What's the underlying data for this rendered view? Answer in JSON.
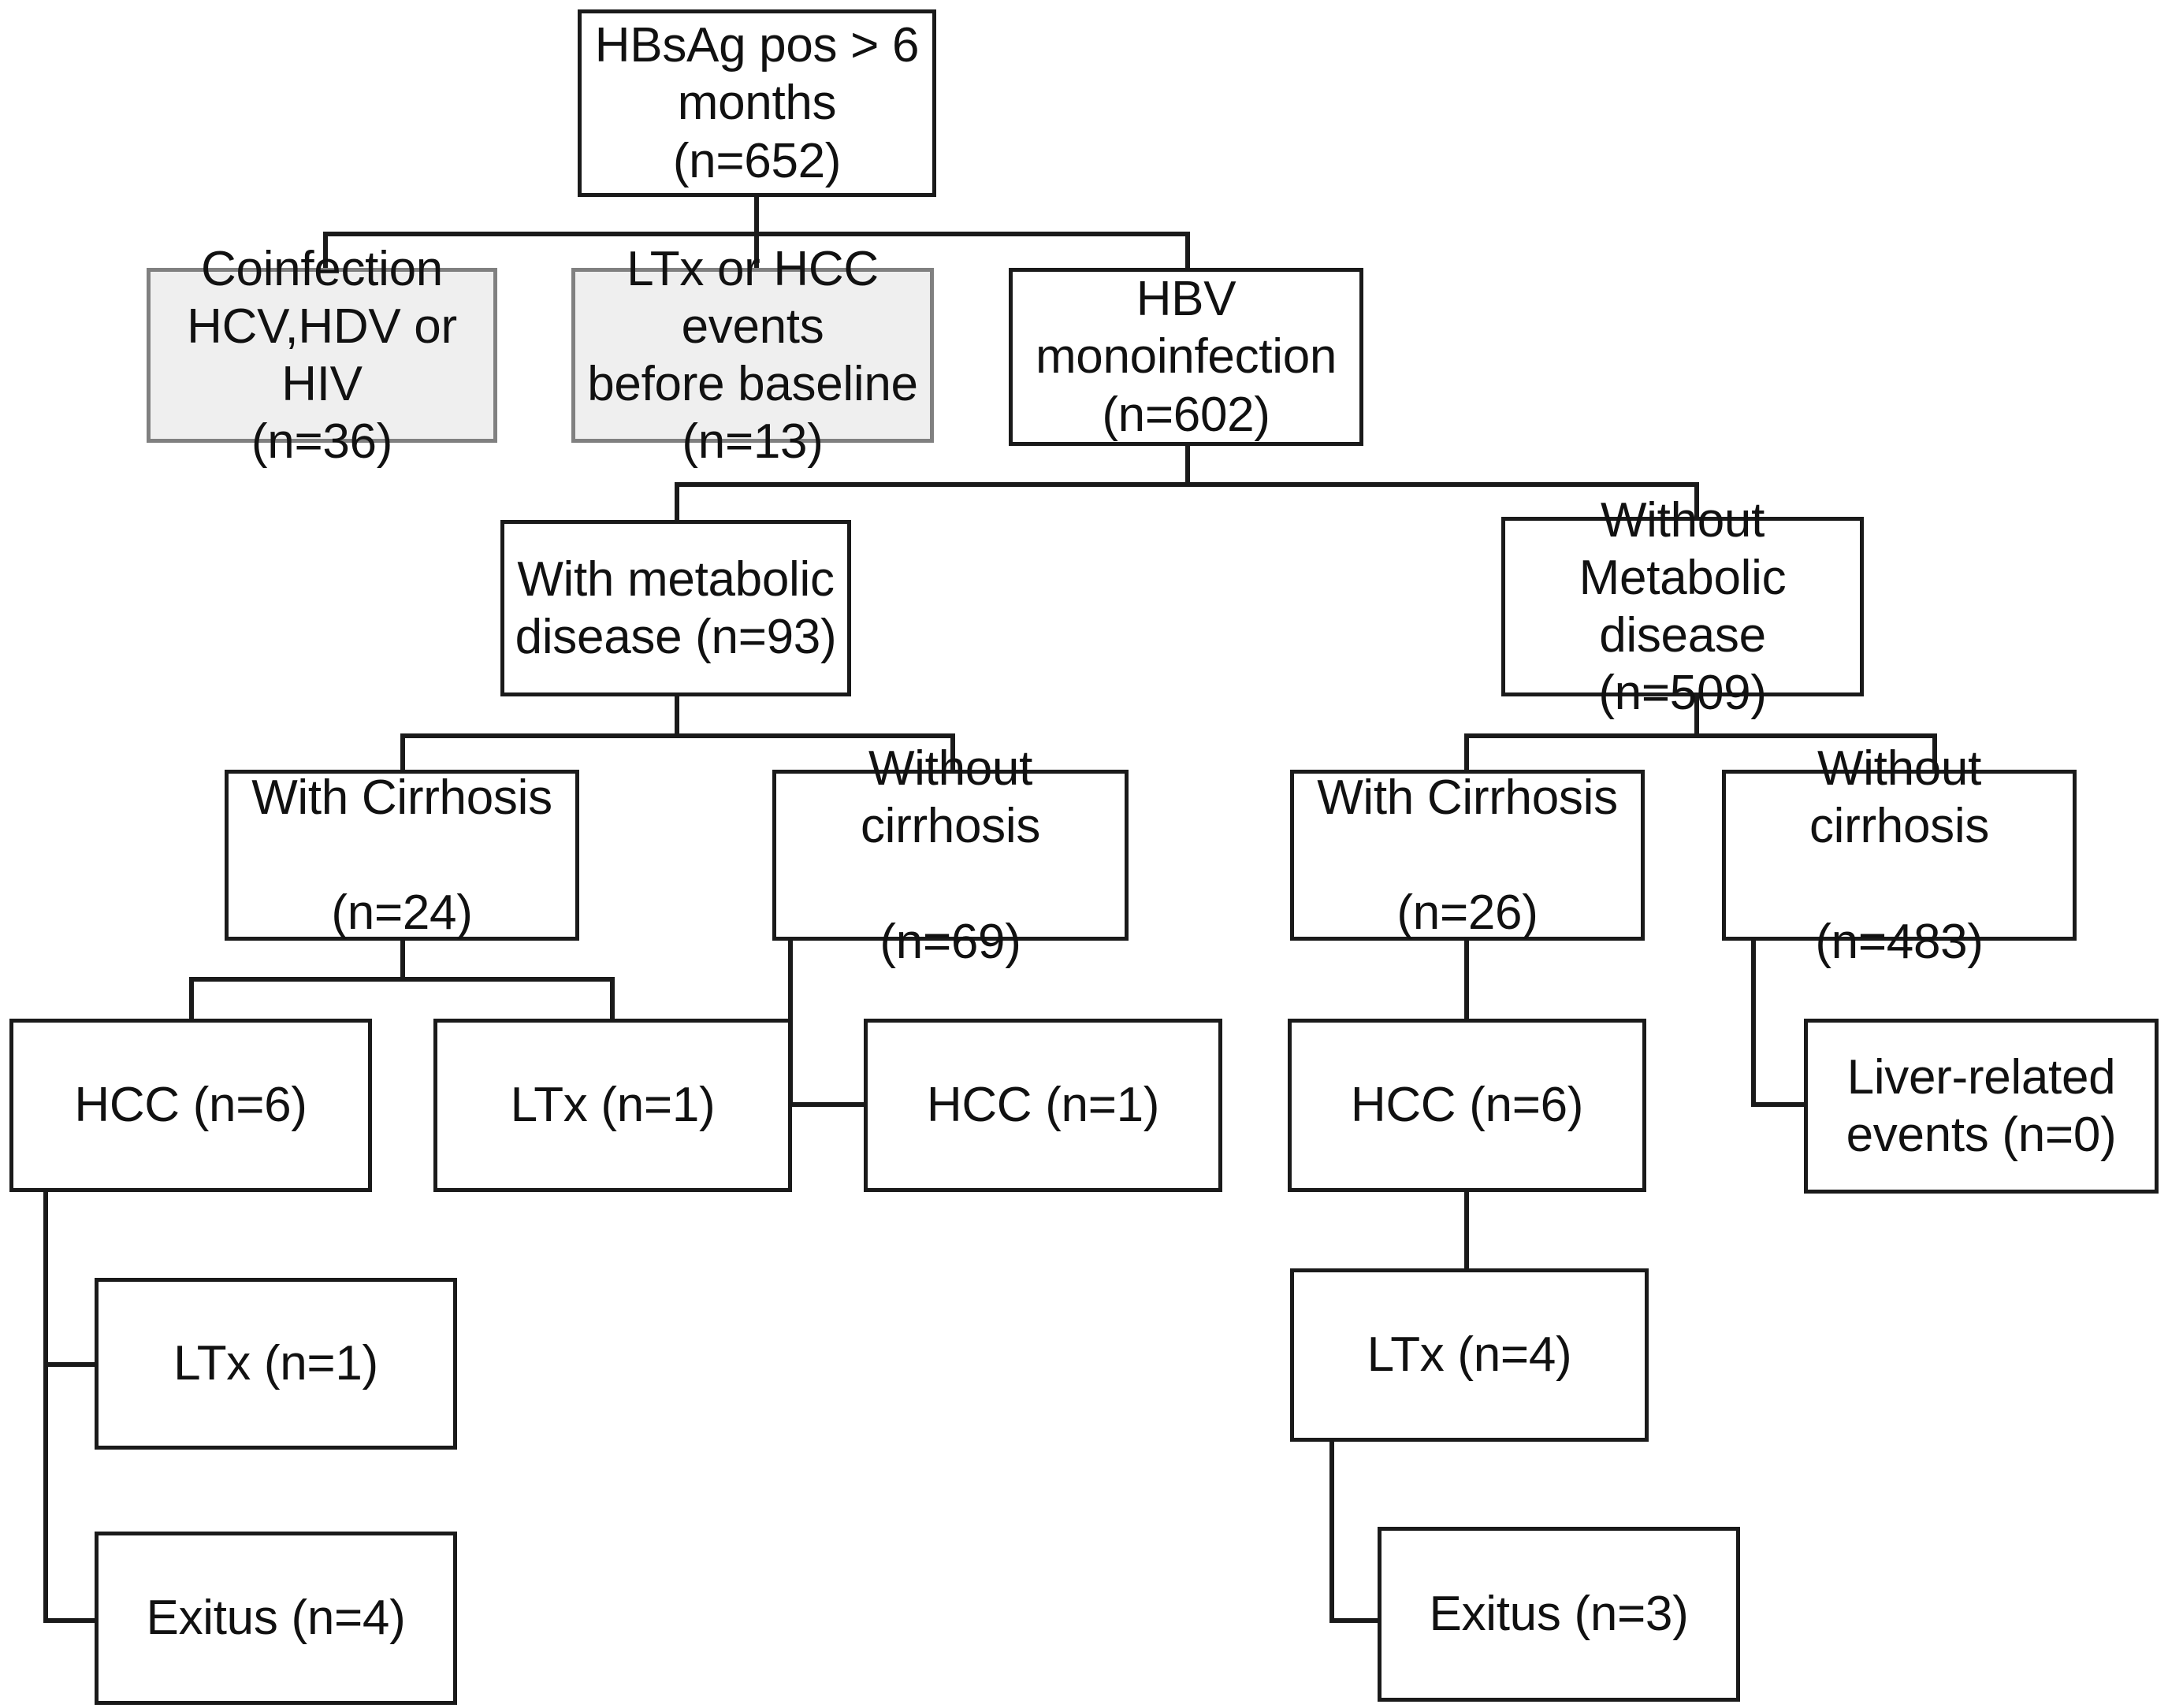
{
  "diagram": {
    "title": "HBV cohort patient flow",
    "accent_border": "#1a1a1a",
    "excluded_fill": "#efefef",
    "excluded_border": "#808080",
    "nodes": {
      "root": "HBsAg pos > 6\nmonths (n=652)",
      "coinfection": "Coinfection\nHCV,HDV or HIV\n(n=36)",
      "pre_baseline_events": "LTx or HCC events\nbefore baseline\n(n=13)",
      "monoinfection": "HBV\nmonoinfection\n(n=602)",
      "with_metabolic": "With metabolic\ndisease (n=93)",
      "without_metabolic": "Without\nMetabolic disease\n(n=509)",
      "met_with_cirrhosis": "With Cirrhosis\n\n(n=24)",
      "met_without_cirrhosis": "Without cirrhosis\n\n(n=69)",
      "nomet_with_cirrhosis": "With Cirrhosis\n\n(n=26)",
      "nomet_without_cirrhosis": "Without cirrhosis\n\n(n=483)",
      "met_cirr_hcc": "HCC (n=6)",
      "met_cirr_ltx": "LTx (n=1)",
      "met_nocirr_hcc": "HCC (n=1)",
      "nomet_cirr_hcc": "HCC (n=6)",
      "nomet_nocirr_liver_events": "Liver-related\nevents (n=0)",
      "met_hcc_ltx": "LTx (n=1)",
      "met_hcc_exitus": "Exitus (n=4)",
      "nomet_hcc_ltx": "LTx (n=4)",
      "nomet_ltx_exitus": "Exitus (n=3)"
    },
    "counts": {
      "root": 652,
      "coinfection": 36,
      "pre_baseline_events": 13,
      "monoinfection": 602,
      "with_metabolic": 93,
      "without_metabolic": 509,
      "met_with_cirrhosis": 24,
      "met_without_cirrhosis": 69,
      "nomet_with_cirrhosis": 26,
      "nomet_without_cirrhosis": 483,
      "met_cirr_hcc": 6,
      "met_cirr_ltx": 1,
      "met_nocirr_hcc": 1,
      "nomet_cirr_hcc": 6,
      "nomet_nocirr_liver_events": 0,
      "met_hcc_ltx": 1,
      "met_hcc_exitus": 4,
      "nomet_hcc_ltx": 4,
      "nomet_ltx_exitus": 3
    }
  }
}
